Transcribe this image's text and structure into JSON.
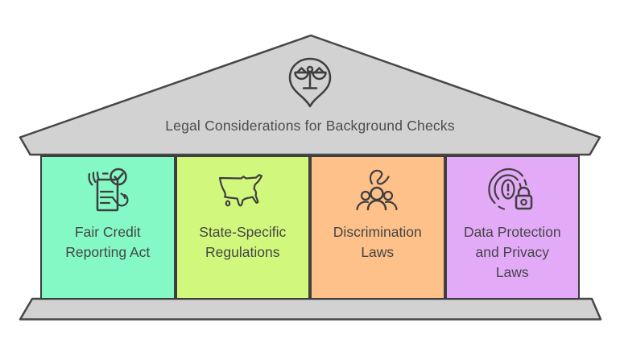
{
  "title": "Legal Considerations for Background Checks",
  "pediment": {
    "icon": "scales-of-justice-pin-icon"
  },
  "colors": {
    "structure_fill": "#d2d2d2",
    "outline": "#474747",
    "icon_stroke": "#3f3f3f",
    "title_text": "#4c4c4c",
    "pillar_text": "#454545",
    "pillar_border": "#3e3e3e",
    "background": "#ffffff"
  },
  "pillars": [
    {
      "id": "fair-credit-reporting-act",
      "label": "Fair Credit Reporting Act",
      "label_lines": [
        "Fair Credit",
        "Reporting Act"
      ],
      "color": "#84f9c6",
      "icon": "document-check-hands-icon"
    },
    {
      "id": "state-specific-regulations",
      "label": "State-Specific Regulations",
      "label_lines": [
        "State-Specific",
        "Regulations"
      ],
      "color": "#d1f87c",
      "icon": "usa-map-icon"
    },
    {
      "id": "discrimination-laws",
      "label": "Discrimination Laws",
      "label_lines": [
        "Discrimination",
        "Laws"
      ],
      "color": "#fec189",
      "icon": "people-group-icon"
    },
    {
      "id": "data-protection-privacy-laws",
      "label": "Data Protection and Privacy Laws",
      "label_lines": [
        "Data Protection",
        "and Privacy",
        "Laws"
      ],
      "color": "#e3aaf8",
      "icon": "fingerprint-lock-icon"
    }
  ]
}
